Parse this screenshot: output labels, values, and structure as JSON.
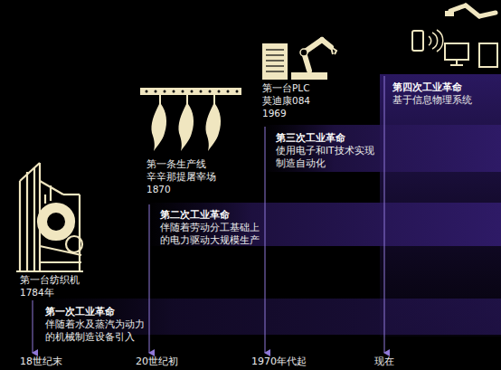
{
  "diagram": {
    "labels": [
      "第一台纺织机",
      "1784年",
      "第一次工业革命",
      "伴随着水及蒸汽为动力的机械制造设备引入",
      "第一条生产线",
      "辛辛那提屠宰场",
      "1870",
      "第二次工业革命",
      "伴随着劳动分工基础上的电力驱动大规模生产",
      "第一台PLC",
      "莫迪康084",
      "1969",
      "第三次工业革命",
      "使用电子和IT技术实现制造自动化",
      "第四次工业革命",
      "基于信息物理系统",
      "18世纪末",
      "20世纪初",
      "1970年代起",
      "现在"
    ]
  }
}
